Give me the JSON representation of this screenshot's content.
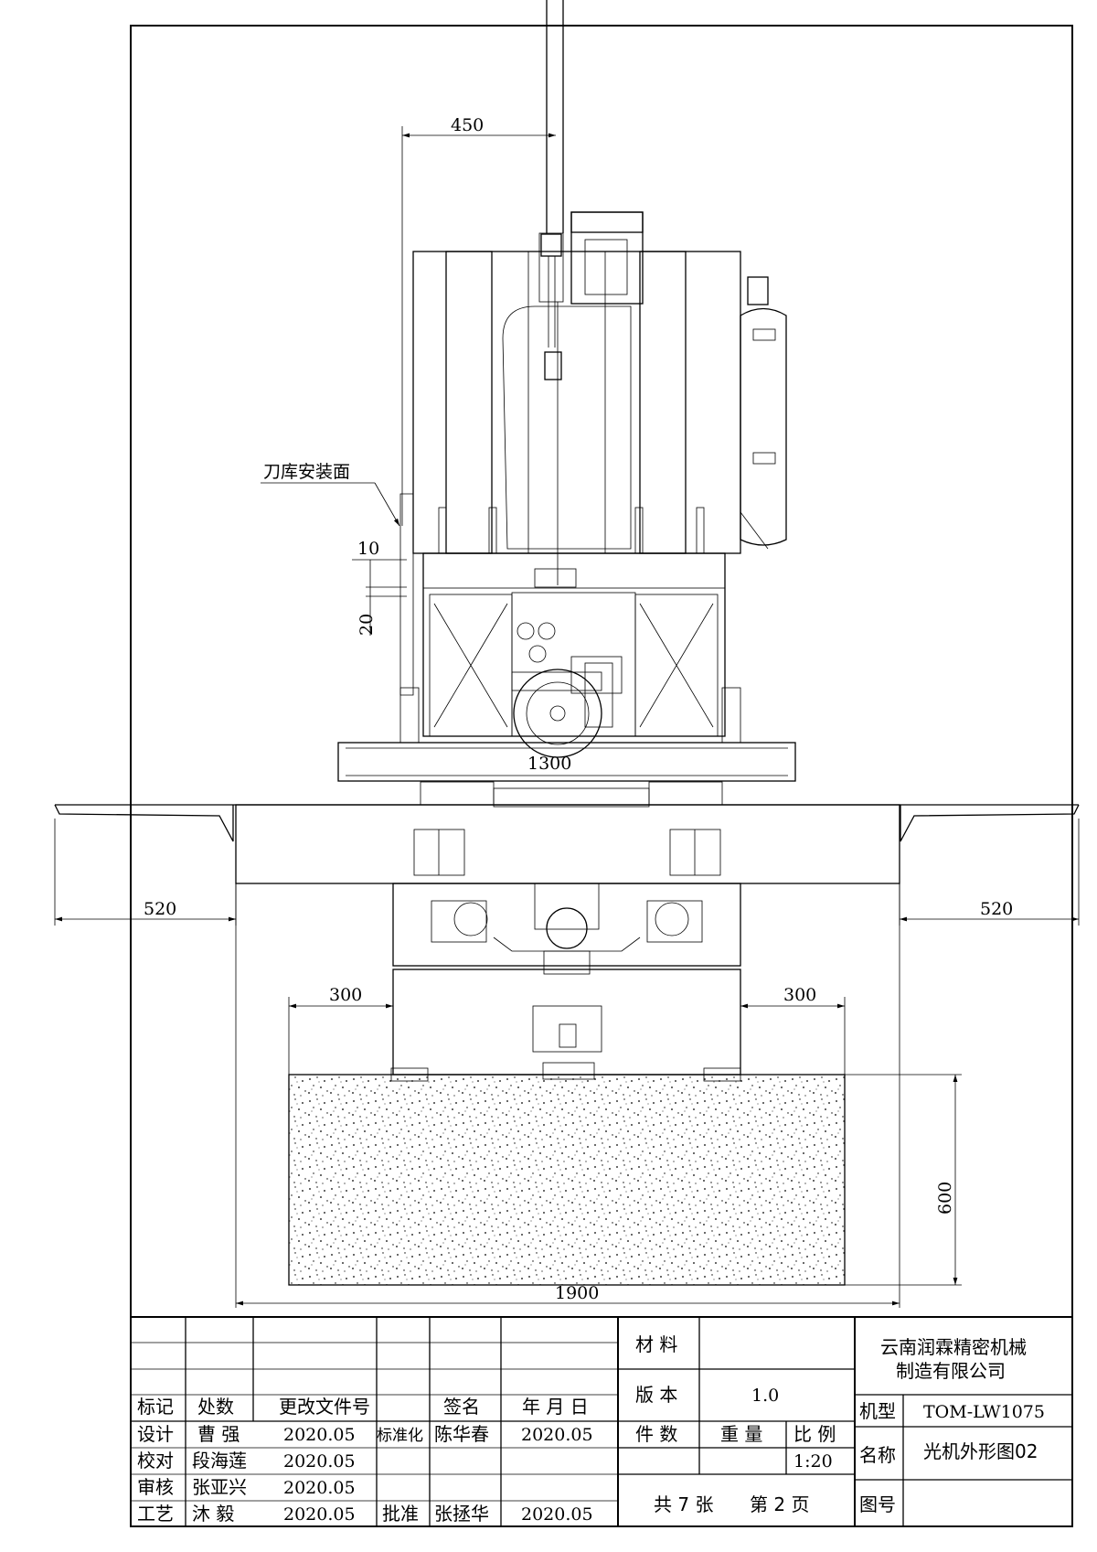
{
  "drawing": {
    "dimensions": {
      "d450": "450",
      "d10": "10",
      "d20": "20",
      "d1300": "1300",
      "d520_left": "520",
      "d520_right": "520",
      "d300_left": "300",
      "d300_right": "300",
      "d600": "600",
      "d1900": "1900"
    },
    "labels": {
      "tool_magazine": "刀库安装面"
    }
  },
  "title_block": {
    "headers": {
      "mark": "标记",
      "count": "处数",
      "change_doc": "更改文件号",
      "sign": "签名",
      "date": "年 月 日"
    },
    "rows": [
      {
        "role": "设计",
        "name": "曹 强",
        "date": "2020.05",
        "role2": "标准化",
        "name2": "陈华春",
        "date2": "2020.05"
      },
      {
        "role": "校对",
        "name": "段海莲",
        "date": "2020.05"
      },
      {
        "role": "审核",
        "name": "张亚兴",
        "date": "2020.05"
      },
      {
        "role": "工艺",
        "name": "沐  毅",
        "date": "2020.05",
        "role2": "批准",
        "name2": "张拯华",
        "date2": "2020.05"
      }
    ],
    "material_label": "材 料",
    "version_label": "版 本",
    "version_value": "1.0",
    "count_label": "件 数",
    "weight_label": "重 量",
    "ratio_label": "比 例",
    "ratio_value": "1:20",
    "sheets": "共 7 张",
    "page": "第 2 页",
    "company_line1": "云南润霖精密机械",
    "company_line2": "制造有限公司",
    "model_label": "机型",
    "model_value": "TOM-LW1075",
    "name_label": "名称",
    "name_value": "光机外形图02",
    "drawing_no_label": "图号"
  }
}
